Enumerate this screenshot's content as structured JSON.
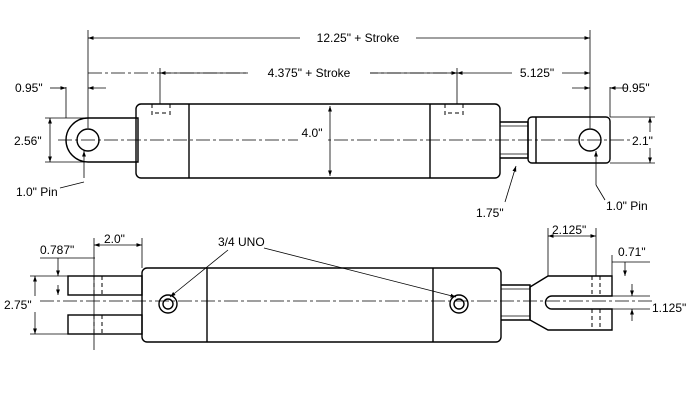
{
  "dimensions": {
    "overall_length": "12.25\" + Stroke",
    "body_length": "4.375\" + Stroke",
    "rod_end_length": "5.125\"",
    "clevis_left_offset": "0.95\"",
    "clevis_right_offset": "0.95\"",
    "clevis_height": "2.56\"",
    "body_diameter": "4.0\"",
    "rod_end_height": "2.1\"",
    "pin_left": "1.0\" Pin",
    "pin_right": "1.0\" Pin",
    "rod_diameter": "1.75\"",
    "fork_prong": "0.787\"",
    "fork_length": "2.0\"",
    "fork_height": "2.75\"",
    "ports": "3/4 UNO",
    "rod_clevis_length": "2.125\"",
    "rod_clevis_gap": "0.71\"",
    "rod_clevis_slot": "1.125\""
  }
}
